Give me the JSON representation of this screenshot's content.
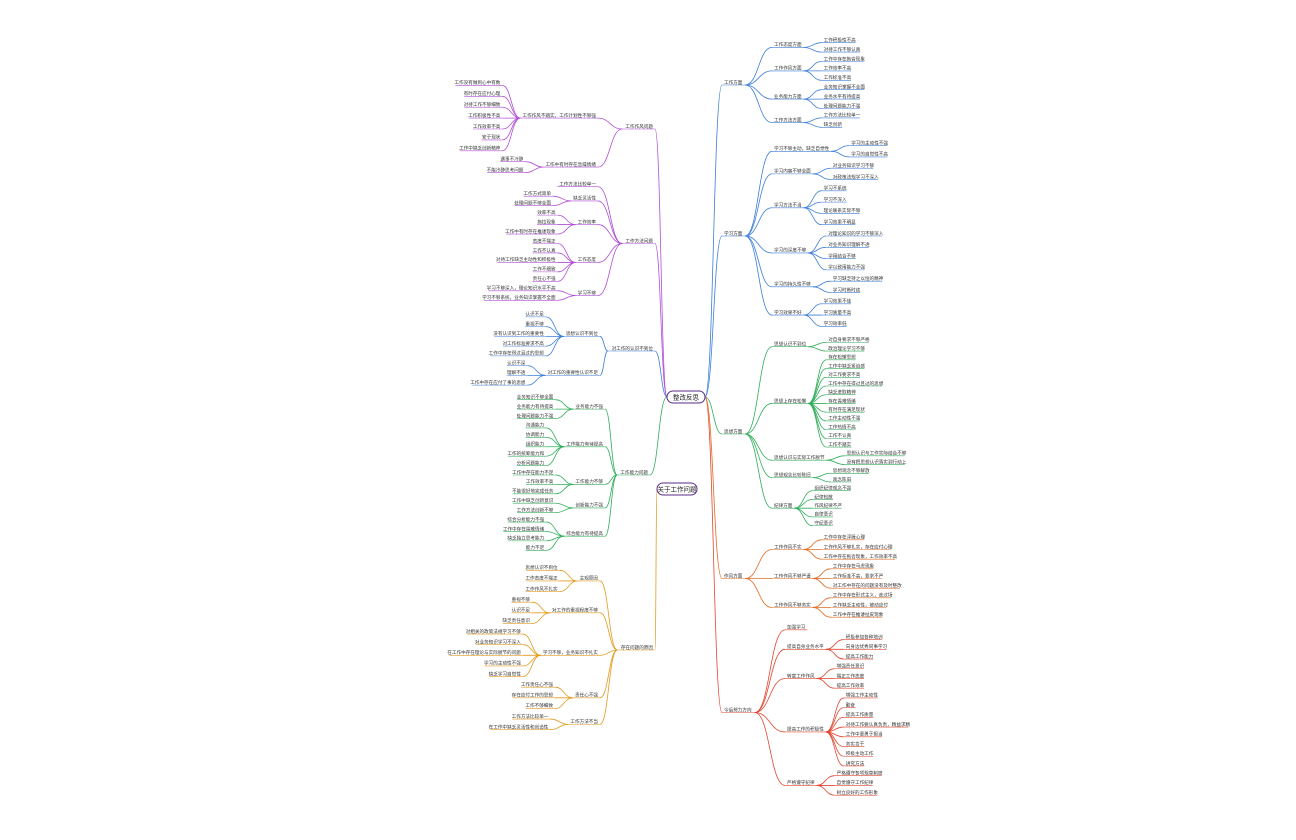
{
  "diagram": {
    "roots": [
      {
        "id": "root-main",
        "label": "整改反思"
      },
      {
        "id": "root-second",
        "label": "关于工作问题"
      }
    ],
    "branches": [
      {
        "id": "left-purple",
        "color": "#b04fd6",
        "label": "工作作风问题",
        "children": [
          {
            "label": "工作作风不踏实，工作计划性不够强",
            "children": [
              "工作没有做到心中有数",
              "有时存在应付心理",
              "对待工作不够细致",
              "工作积极性不高",
              "工作效率不高",
              "安于现状",
              "工作中缺乏创新精神"
            ]
          },
          {
            "label": "工作中有时存在急躁情绪",
            "children": [
              "遇事不冷静",
              "不能冷静思考问题"
            ]
          }
        ]
      },
      {
        "id": "left-purple-2",
        "color": "#b04fd6",
        "label": "工作方法问题",
        "children": [
          {
            "label": "工作方法比较单一",
            "children": []
          },
          {
            "label": "缺乏灵活性",
            "children": [
              "工作方式简单",
              "处理问题不够全面"
            ]
          },
          {
            "label": "工作效率",
            "children": [
              "效率不高",
              "拖拉现象",
              "工作中有时存在推诿现象"
            ]
          },
          {
            "label": "工作态度",
            "children": [
              "态度不端正",
              "工作不认真",
              "对待工作缺乏主动性和积极性",
              "工作不细致",
              "责任心不强"
            ]
          },
          {
            "label": "学习不够",
            "children": [
              "学习不够深入，理论知识水平不高",
              "学习不够系统，业务知识掌握不全面"
            ]
          }
        ]
      },
      {
        "id": "left-blue",
        "color": "#3b7dd8",
        "label": "对工作的认识不到位",
        "children": [
          {
            "label": "思想认识不到位",
            "children": [
              "认识不足",
              "重视不够",
              "没有认识到工作的重要性",
              "对工作标准要求不高",
              "工作中存在得过且过的思想"
            ]
          },
          {
            "label": "对工作的重要性认识不足",
            "children": [
              "认识不深",
              "理解不透",
              "工作中存在应付了事的思想"
            ]
          }
        ]
      },
      {
        "id": "left-green",
        "color": "#2fae5a",
        "label": "工作能力问题",
        "children": [
          {
            "label": "业务能力不强",
            "children": [
              "业务知识不够全面",
              "业务能力有待提高",
              "处理问题能力不强"
            ]
          },
          {
            "label": "工作能力有待提高",
            "children": [
              "沟通能力",
              "协调能力",
              "组织能力",
              "工作的统筹能力和",
              "分析问题能力"
            ]
          },
          {
            "label": "工作能力不够",
            "children": [
              "工作中存在能力不足",
              "工作效率不高",
              "不能很好地完成任务"
            ]
          },
          {
            "label": "创新能力不强",
            "children": [
              "工作中缺乏创新意识",
              "工作方法创新不够"
            ]
          },
          {
            "label": "综合能力有待提高",
            "children": [
              "综合分析能力不强",
              "工作中存在畏难情绪",
              "缺乏独立思考能力",
              "能力不足"
            ]
          }
        ]
      },
      {
        "id": "left-orange",
        "color": "#e39a1d",
        "label": "存在问题的原因",
        "children": [
          {
            "label": "主观原因",
            "children": [
              "思想认识不到位",
              "工作态度不端正",
              "工作作风不扎实"
            ]
          },
          {
            "label": "对工作的重视程度不够",
            "children": [
              "重视不够",
              "认识不足",
              "缺乏责任意识"
            ]
          },
          {
            "label": "学习不够，业务知识不扎实",
            "children": [
              "对相关的政策法规学习不够",
              "对业务知识学习不深入",
              "在工作中存在理论与实际脱节的问题",
              "学习的主动性不强",
              "缺乏学习自觉性"
            ]
          },
          {
            "label": "责任心不强",
            "children": [
              "工作责任心不强",
              "存在应付工作的思想",
              "工作不够细致"
            ]
          },
          {
            "label": "工作方法不当",
            "children": [
              "工作方法比较单一",
              "在工作中缺乏灵活性和创造性"
            ]
          }
        ]
      },
      {
        "id": "right-blue",
        "color": "#3b7dd8",
        "label": "工作方面",
        "children": [
          {
            "label": "工作态度方面",
            "children": [
              "工作积极性不高",
              "对待工作不够认真"
            ]
          },
          {
            "label": "工作作风方面",
            "children": [
              "工作中存在拖沓现象",
              "工作效率不高",
              "工作标准不高"
            ]
          },
          {
            "label": "业务能力方面",
            "children": [
              "业务知识掌握不全面",
              "业务水平有待提高",
              "处理问题能力不强"
            ]
          },
          {
            "label": "工作方法方面",
            "children": [
              "工作方法比较单一",
              "缺乏创新"
            ]
          }
        ]
      },
      {
        "id": "right-blue-2",
        "color": "#3b7dd8",
        "label": "学习方面",
        "children": [
          {
            "label": "学习不够主动，缺乏自觉性",
            "children": [
              "学习的主动性不强",
              "学习的自觉性不高"
            ]
          },
          {
            "label": "学习内容不够全面",
            "children": [
              "对业务知识学习不够",
              "对政策法规学习不深入"
            ]
          },
          {
            "label": "学习方法不当",
            "children": [
              "学习不系统",
              "学习不深入",
              "理论联系实际不够",
              "学习效果不明显"
            ]
          },
          {
            "label": "学习的深度不够",
            "children": [
              "对理论知识的学习不够深入",
              "对业务知识理解不透",
              "学用结合不够",
              "学以致用能力不强"
            ]
          },
          {
            "label": "学习的持久性不够",
            "children": [
              "学习缺乏持之以恒的精神",
              "学习时断时续"
            ]
          },
          {
            "label": "学习效果不好",
            "children": [
              "学习效果不佳",
              "学习质量不高",
              "学习效率低"
            ]
          }
        ]
      },
      {
        "id": "right-green",
        "color": "#2fae5a",
        "label": "思想方面",
        "children": [
          {
            "label": "思想认识不到位",
            "children": [
              "对自身要求不够严格",
              "政治理论学习不够"
            ]
          },
          {
            "label": "思想上存在松懈",
            "children": [
              "存在松懈思想",
              "工作中缺乏紧迫感",
              "对工作要求不高",
              "工作中存在得过且过的思想",
              "缺乏进取精神",
              "存在畏难情绪",
              "有时存在满足现状",
              "工作主动性不强",
              "工作热情不高",
              "工作不认真",
              "工作不踏实"
            ]
          },
          {
            "label": "思想认识与实际工作脱节",
            "children": [
              "思想认识与工作实际结合不够",
              "没有把思想认识落实到行动上"
            ]
          },
          {
            "label": "思想观念比较陈旧",
            "children": [
              "思想观念不够解放",
              "观念陈旧"
            ]
          },
          {
            "label": "纪律方面",
            "children": [
              "组织纪律观念不强",
              "纪律松散",
              "作风纪律不严",
              "自律意识",
              "守纪意识"
            ]
          }
        ]
      },
      {
        "id": "right-orange",
        "color": "#e06a1f",
        "label": "作风方面",
        "children": [
          {
            "label": "工作作风不实",
            "children": [
              "工作中存在浮躁心理",
              "工作作风不够扎实，存在应付心理",
              "工作中存在拖沓现象，工作效率不高"
            ]
          },
          {
            "label": "工作作风不够严谨",
            "children": [
              "工作中存在马虎现象",
              "工作标准不高，要求不严",
              "对工作中存在的问题没有及时整改"
            ]
          },
          {
            "label": "工作作风不够务实",
            "children": [
              "工作中存在形式主义，走过场",
              "工作缺乏主动性，被动应付",
              "工作中存在推诿扯皮现象"
            ]
          }
        ]
      },
      {
        "id": "right-red",
        "color": "#e0452f",
        "label": "今后努力方向",
        "children": [
          {
            "label": "加强学习",
            "children": []
          },
          {
            "label": "提高自身业务水平",
            "children": [
              "积极参加各种培训",
              "向身边优秀同事学习",
              "提高工作能力"
            ]
          },
          {
            "label": "转变工作作风",
            "children": [
              "增强责任意识",
              "端正工作态度",
              "提高工作效率"
            ]
          },
          {
            "label": "提高工作的积极性",
            "children": [
              "增强工作主动性",
              "勤奋",
              "提高工作质量",
              "对待工作要认真负责，精益求精",
              "工作中要勇于担当",
              "务实肯干",
              "积极主动工作",
              "讲究方法"
            ]
          },
          {
            "label": "严格遵守纪律",
            "children": [
              "严格遵守各项规章制度",
              "自觉遵守工作纪律",
              "树立良好的工作形象"
            ]
          }
        ]
      }
    ]
  }
}
